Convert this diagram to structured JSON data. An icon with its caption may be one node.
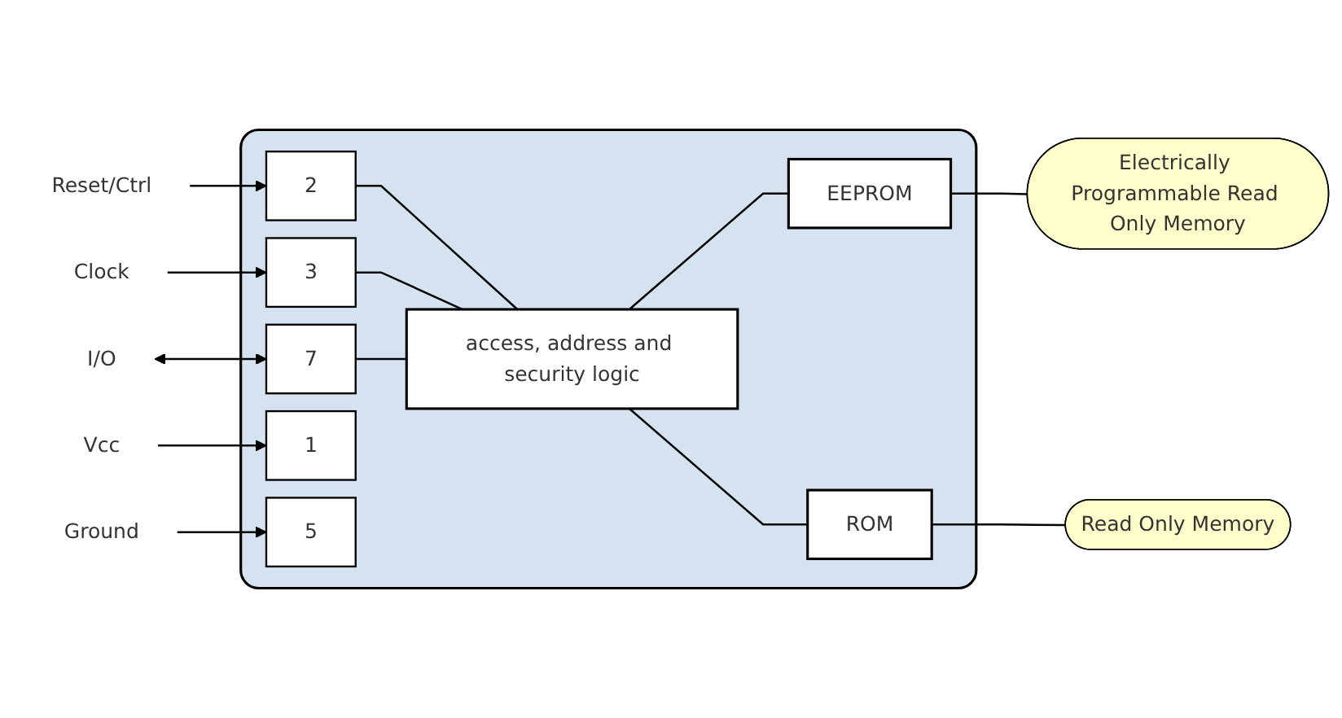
{
  "diagram": {
    "nodes": [
      {
        "text": [],
        "shape": "box"
      },
      {
        "text": [
          "Vcc"
        ]
      },
      {
        "text": [
          "1"
        ],
        "in": 0
      },
      {
        "text": [
          "Reset/Ctrl"
        ]
      },
      {
        "text": [
          "2"
        ],
        "in": 0
      },
      {
        "text": [
          "Clock"
        ]
      },
      {
        "text": [
          "3"
        ],
        "in": 0
      },
      {
        "text": [
          "Ground"
        ]
      },
      {
        "text": [
          "5"
        ],
        "in": 0
      },
      {
        "text": [
          "I/O"
        ]
      },
      {
        "text": [
          "7"
        ],
        "in": 0
      },
      {
        "text": [
          "access, address and security logic"
        ],
        "in": 0
      },
      {
        "text": [
          "EEPROM"
        ],
        "in": 0
      },
      {
        "text": [
          "ROM"
        ],
        "in": 0
      },
      {
        "text": [
          "Electrically Programmable Read Only Memory"
        ]
      },
      {
        "text": [
          "Read Only Memory"
        ]
      }
    ],
    "edges": [
      {
        "from": 1,
        "to": 2,
        "arrow": "to"
      },
      {
        "from": 3,
        "to": 4,
        "arrow": "to"
      },
      {
        "from": 5,
        "to": 6,
        "arrow": "to"
      },
      {
        "from": 7,
        "to": 8,
        "arrow": "to"
      },
      {
        "from": 9,
        "to": 10,
        "arrow": "both"
      },
      {
        "from": 4,
        "to": 11,
        "arrow": "none"
      },
      {
        "from": 6,
        "to": 11,
        "arrow": "none"
      },
      {
        "from": 10,
        "to": 11,
        "arrow": "none"
      },
      {
        "from": 11,
        "to": 12,
        "arrow": "none"
      },
      {
        "from": 11,
        "to": 13,
        "arrow": "none"
      },
      {
        "from": 14,
        "to": 12,
        "arrow": "none"
      },
      {
        "from": 15,
        "to": 13,
        "arrow": "none"
      }
    ]
  }
}
